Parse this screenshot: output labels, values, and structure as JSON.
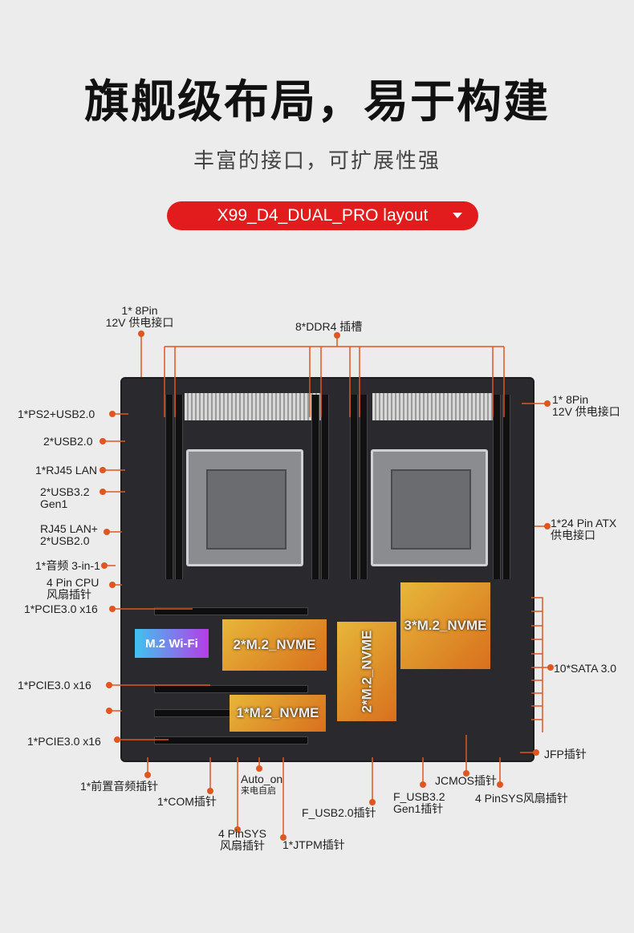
{
  "header": {
    "title": "旗舰级布局，易于构建",
    "subtitle": "丰富的接口，可扩展性强",
    "layout_button": "X99_D4_DUAL_PRO layout"
  },
  "labels": {
    "top_power_line1": "1* 8Pin",
    "top_power_line2": "12V 供电接口",
    "ddr4": "8*DDR4 插槽",
    "right_power_line1": "1* 8Pin",
    "right_power_line2": "12V 供电接口",
    "ps2_usb": "1*PS2+USB2.0",
    "usb20": "2*USB2.0",
    "rj45": "1*RJ45 LAN",
    "usb32_line1": "2*USB3.2",
    "usb32_line2": "Gen1",
    "rj45_usb_line1": "RJ45 LAN+",
    "rj45_usb_line2": "2*USB2.0",
    "audio": "1*音频 3-in-1",
    "cpu_fan_line1": "4 Pin CPU",
    "cpu_fan_line2": "风扇插针",
    "pcie1": "1*PCIE3.0 x16",
    "pcie2": "1*PCIE3.0 x16",
    "pcie3": "1*PCIE3.0 x16",
    "atx_line1": "1*24 Pin ATX",
    "atx_line2": "供电接口",
    "sata": "10*SATA 3.0",
    "jfp": "JFP插针",
    "front_audio": "1*前置音频插针",
    "com": "1*COM插针",
    "auto_on_line1": "Auto_on",
    "auto_on_line2": "来电自启",
    "sys_fan_left_line1": "4 PinSYS",
    "sys_fan_left_line2": "风扇插针",
    "jtpm": "1*JTPM插针",
    "f_usb20": "F_USB2.0插针",
    "f_usb32_line1": "F_USB3.2",
    "f_usb32_line2": "Gen1插针",
    "jcmos": "JCMOS插针",
    "sys_fan_right": "4 PinSYS风扇插针"
  },
  "board": {
    "wifi": "M.2 Wi-Fi",
    "nvme1": "1*M.2_NVME",
    "nvme2_left": "2*M.2_NVME",
    "nvme2_vertical": "2*M.2_NVME",
    "nvme3": "3*M.2_NVME"
  },
  "colors": {
    "accent": "#e21c1c",
    "leader": "#e0561f",
    "board": "#2a2a2e"
  }
}
